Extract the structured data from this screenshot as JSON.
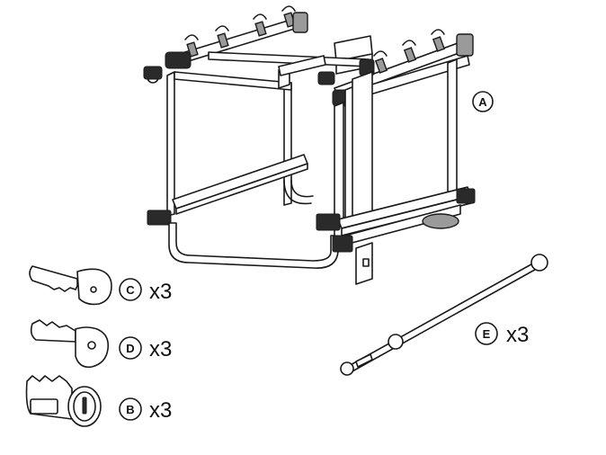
{
  "parts": [
    {
      "id": "A",
      "letter": "A",
      "quantity": ""
    },
    {
      "id": "B",
      "letter": "B",
      "quantity": "x3"
    },
    {
      "id": "C",
      "letter": "C",
      "quantity": "x3"
    },
    {
      "id": "D",
      "letter": "D",
      "quantity": "x3"
    },
    {
      "id": "E",
      "letter": "E",
      "quantity": "x3"
    }
  ]
}
